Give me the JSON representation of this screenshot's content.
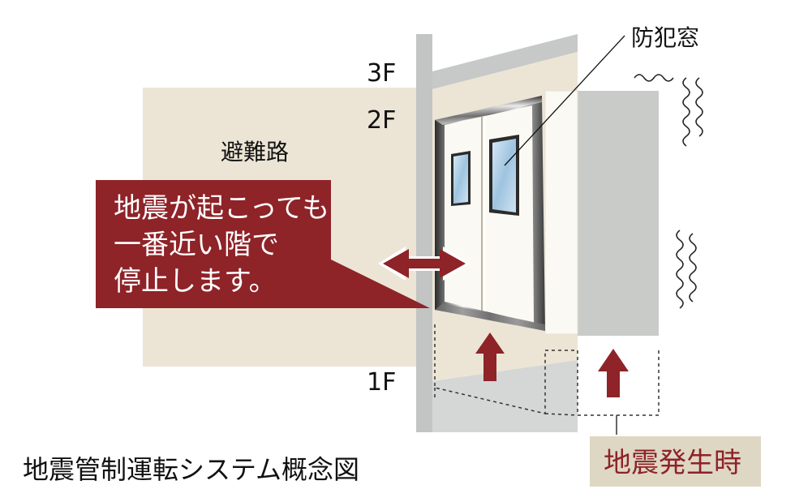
{
  "floors": {
    "f3": "3F",
    "f2": "2F",
    "f1": "1F"
  },
  "labels": {
    "evacuation_route": "避難路",
    "security_window": "防犯窓",
    "callout": [
      "地震が起こっても",
      "一番近い階で",
      "停止します。"
    ],
    "earthquake_badge": "地震発生時",
    "caption": "地震管制運転システム概念図"
  },
  "colors": {
    "wall_beige": "#ece5d5",
    "shaft_gray": "#c7c9c8",
    "floor_gray": "#d8d9d8",
    "accent_red": "#8e2328",
    "badge_bg": "#ded7c4",
    "door_white": "#fbf9f3",
    "window_blue": "#a9cbe4"
  }
}
